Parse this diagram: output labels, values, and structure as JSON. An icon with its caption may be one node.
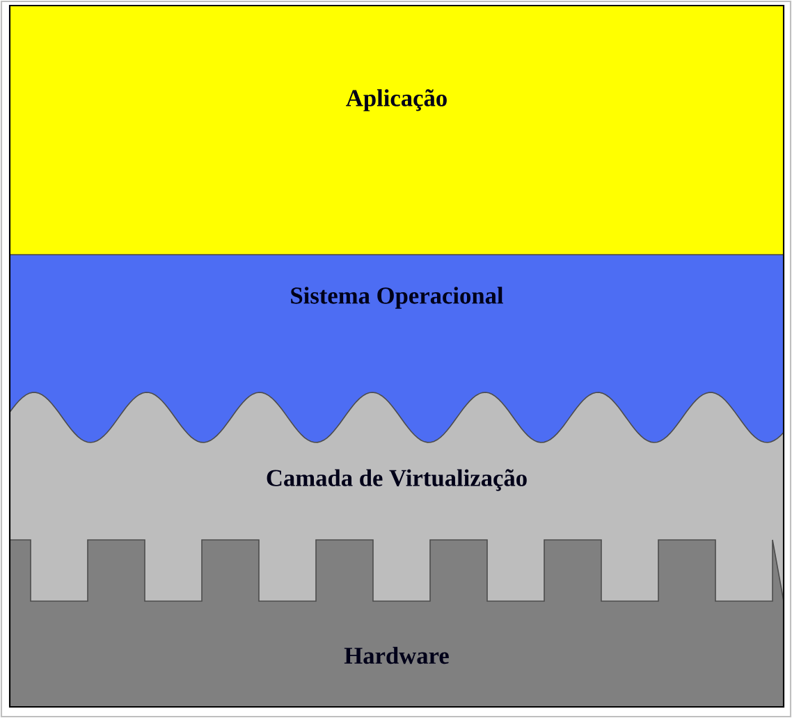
{
  "diagram": {
    "nodes": [
      {
        "text": [
          "Aplicação"
        ]
      },
      {
        "text": [
          "Sistema Operacional"
        ]
      },
      {
        "text": [
          "Camada de Virtualização"
        ]
      },
      {
        "text": [
          "Hardware"
        ]
      }
    ]
  }
}
